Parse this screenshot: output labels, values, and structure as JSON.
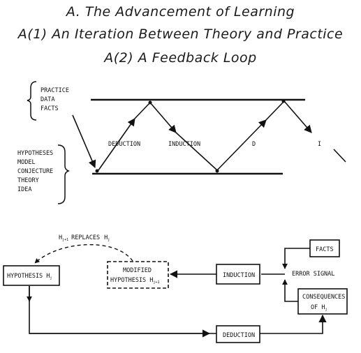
{
  "title_lines": [
    "A. The Advancement of Learning",
    "A(1) An Iteration Between Theory and Practice",
    "A(2) A Feedback Loop"
  ],
  "top_diagram": {
    "practice_group": [
      "PRACTICE",
      "DATA",
      "FACTS"
    ],
    "theory_group": [
      "HYPOTHESES",
      "MODEL",
      "CONJECTURE",
      "THEORY",
      "IDEA"
    ],
    "deduction_label": "DEDUCTION",
    "induction_label": "INDUCTION",
    "d_label": "D",
    "i_label": "I"
  },
  "bottom_diagram": {
    "replaces_base": "H",
    "replaces_sub1": "j+1",
    "replaces_word": "REPLACES",
    "replaces_base2": "H",
    "replaces_sub2": "j",
    "hypothesis_label": "HYPOTHESIS H",
    "hypothesis_sub": "j",
    "modified_line1": "MODIFIED",
    "modified_line2": "HYPOTHESIS H",
    "modified_sub": "j+1",
    "induction_label": "INDUCTION",
    "facts_label": "FACTS",
    "error_signal_label": "ERROR SIGNAL",
    "consequences_line1": "CONSEQUENCES",
    "consequences_line2": "OF H",
    "consequences_sub": "j",
    "deduction_label": "DEDUCTION"
  }
}
